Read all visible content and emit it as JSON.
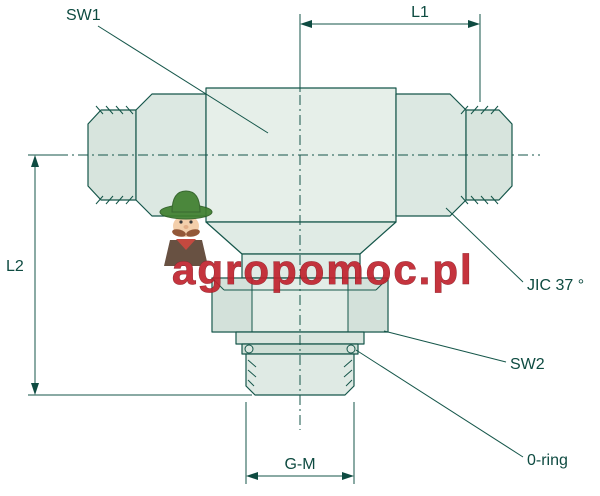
{
  "diagram": {
    "labels": {
      "sw1": "SW1",
      "l1": "L1",
      "l2": "L2",
      "gm": "G-M",
      "jic": "JIC 37 °",
      "sw2": "SW2",
      "oring": "0-ring"
    },
    "colors": {
      "line": "#15564a",
      "text": "#0e4b41",
      "fill_block": "#e6efe9",
      "fill_arm": "#dce8e2",
      "fill_nose": "#d7e4dd",
      "fill_neck": "#e0ebe5",
      "fill_hex": "#e3ede7",
      "fill_facet": "#d3e1da",
      "fill_washer": "#dae6df",
      "fill_groove": "#cfdfd6",
      "fill_stud": "#dfeae4",
      "background": "#ffffff",
      "watermark_red": "#c1232e",
      "watermark_hat": "#3f7f2e"
    },
    "watermark": {
      "text": "agropomoc.pl"
    }
  }
}
